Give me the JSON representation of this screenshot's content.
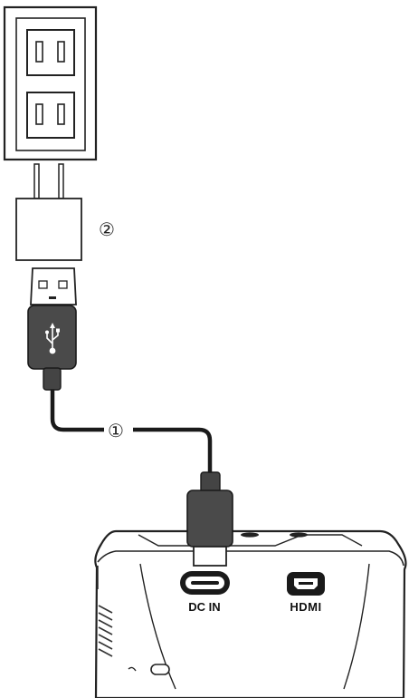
{
  "callouts": {
    "cable": "①",
    "adapter": "②"
  },
  "device": {
    "ports": {
      "dc_in": "DC IN",
      "hdmi": "HDMI"
    }
  },
  "icons": {
    "outlet": "wall-outlet-icon",
    "usb": "usb-symbol-icon"
  },
  "colors": {
    "line": "#111111",
    "cable_body": "#4a4a4a",
    "cable_dark": "#1a1a1a",
    "outline": "#222222"
  }
}
